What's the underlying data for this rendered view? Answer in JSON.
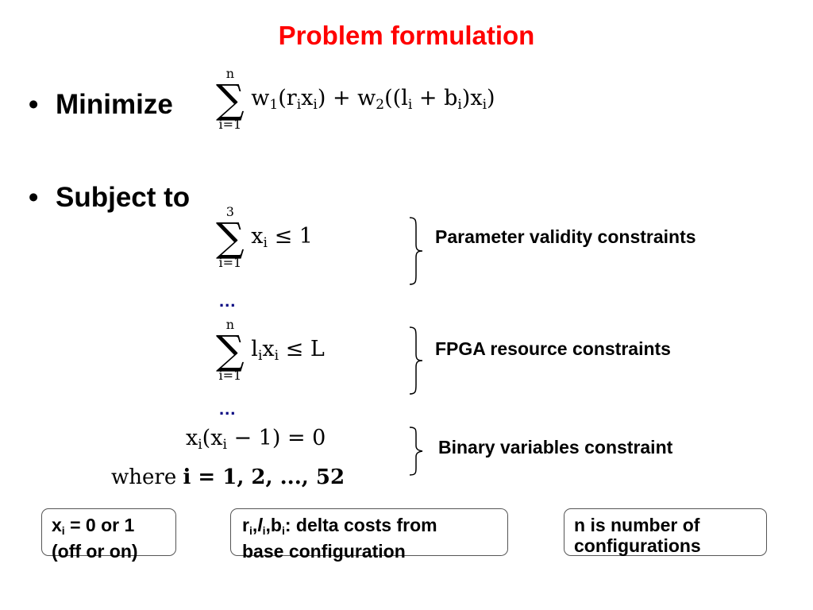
{
  "title": "Problem formulation",
  "title_color": "#ff0000",
  "ellipsis_color": "#000080",
  "bullets": [
    {
      "text": "Minimize"
    },
    {
      "text": "Subject to"
    }
  ],
  "objective": {
    "upper": "n",
    "lower": "i=1",
    "w1": "w",
    "w1_sub": "1",
    "r": "r",
    "r_sub": "i",
    "x": "x",
    "x_sub": "i",
    "w2": "w",
    "w2_sub": "2",
    "l": "l",
    "l_sub": "i",
    "b": "b",
    "b_sub": "i"
  },
  "constraint1": {
    "upper": "3",
    "lower": "i=1",
    "x": "x",
    "x_sub": "i",
    "rhs": "≤ 1"
  },
  "constraint2": {
    "upper": "n",
    "lower": "i=1",
    "l": "l",
    "l_sub": "i",
    "x": "x",
    "x_sub": "i",
    "rhs": "≤ L"
  },
  "constraint3": {
    "x": "x",
    "x_sub": "i",
    "rest": "(x",
    "rest_sub": "i",
    "tail": " − 1) = 0"
  },
  "where_line": {
    "word": "where",
    "expr": "i = 1, 2, ..., 52"
  },
  "ellipsis": "...",
  "brace_labels": [
    "Parameter validity constraints",
    "FPGA resource constraints",
    "Binary variables constraint"
  ],
  "boxes": {
    "box1": {
      "x": "x",
      "x_sub": "i",
      "line1_rest": " = 0 or 1",
      "line2": "(off or on)"
    },
    "box2": {
      "r": "r",
      "r_sub": "i",
      "l": "l",
      "l_sub": "i",
      "b": "b",
      "b_sub": "i",
      "line1_rest": ": delta costs from",
      "line2": "base configuration"
    },
    "box3": {
      "line1": "n is number of",
      "line2": "configurations"
    }
  }
}
